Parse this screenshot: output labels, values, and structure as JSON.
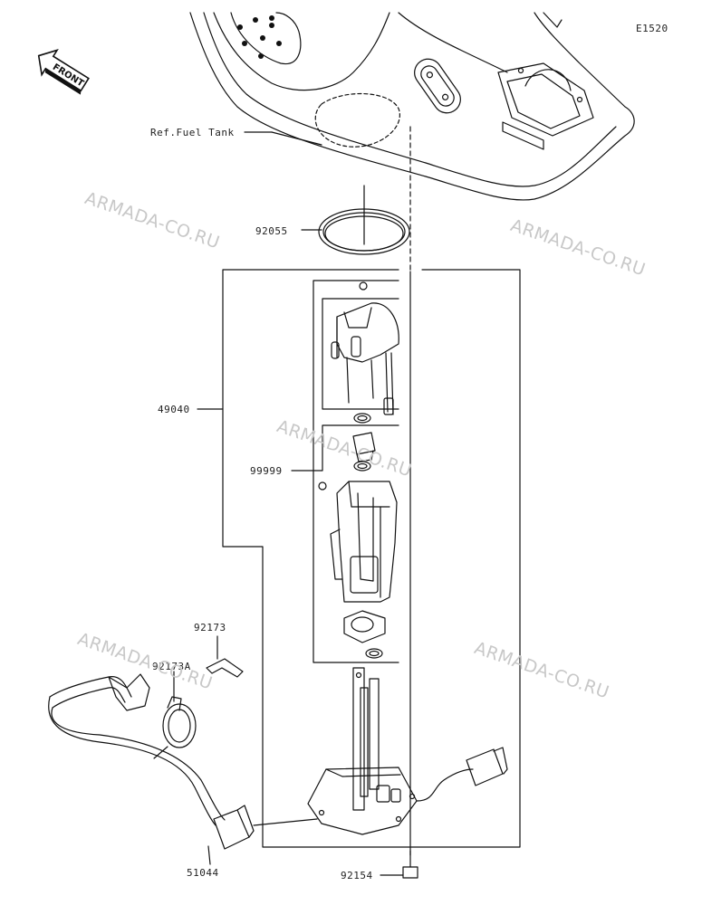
{
  "diagram_code": "E1520",
  "front_label": "FRONT",
  "ref_label": "Ref.Fuel Tank",
  "parts": {
    "gasket": "92055",
    "pump_assembly": "49040",
    "kit": "99999",
    "clamp": "92173",
    "clamp_a": "92173A",
    "hose": "51044",
    "bolt": "92154"
  },
  "watermark": "ARMADA-CO.RU"
}
